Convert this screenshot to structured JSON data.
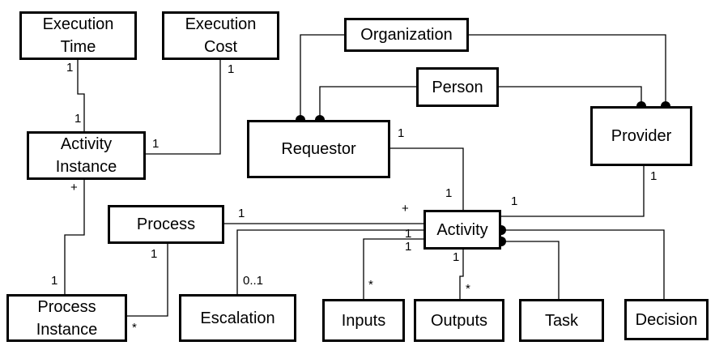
{
  "entities": {
    "execution_time": "Execution\nTime",
    "execution_cost": "Execution\nCost",
    "organization": "Organization",
    "person": "Person",
    "activity_instance": "Activity\nInstance",
    "requestor": "Requestor",
    "provider": "Provider",
    "process": "Process",
    "activity": "Activity",
    "process_instance": "Process\nInstance",
    "escalation": "Escalation",
    "inputs": "Inputs",
    "outputs": "Outputs",
    "task": "Task",
    "decision": "Decision"
  },
  "multiplicities": {
    "exec_time_bottom": "1",
    "exec_cost_bottom": "1",
    "act_instance_top": "1",
    "act_instance_right": "1",
    "act_instance_bottom": "+",
    "requestor_right": "1",
    "provider_bottom": "1",
    "activity_top": "1",
    "activity_right_top": "1",
    "activity_process": "+",
    "process_line": "1",
    "process_bottom": "1",
    "activity_left_1": "1",
    "activity_left_2": "1",
    "activity_bottom": "1",
    "process_instance_top": "1",
    "process_instance_right": "*",
    "escalation_top": "0..1",
    "inputs_top": "*",
    "outputs_top": "*"
  }
}
